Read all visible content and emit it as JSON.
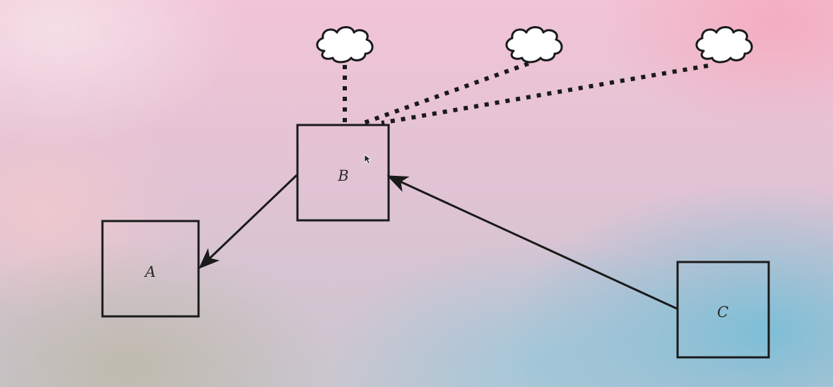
{
  "nodes": {
    "a": {
      "label": "A"
    },
    "b": {
      "label": "B"
    },
    "c": {
      "label": "C"
    }
  },
  "clouds": [
    {
      "label": ""
    },
    {
      "label": ""
    },
    {
      "label": ""
    }
  ],
  "edges": [
    {
      "from": "B",
      "to": "A",
      "style": "solid-arrow"
    },
    {
      "from": "C",
      "to": "B",
      "style": "solid-arrow"
    },
    {
      "from": "B",
      "to": "cloud-1",
      "style": "dotted"
    },
    {
      "from": "B",
      "to": "cloud-2",
      "style": "dotted"
    },
    {
      "from": "B",
      "to": "cloud-3",
      "style": "dotted"
    }
  ],
  "colors": {
    "stroke": "#1a1a1a",
    "cloud_fill": "#ffffff"
  }
}
